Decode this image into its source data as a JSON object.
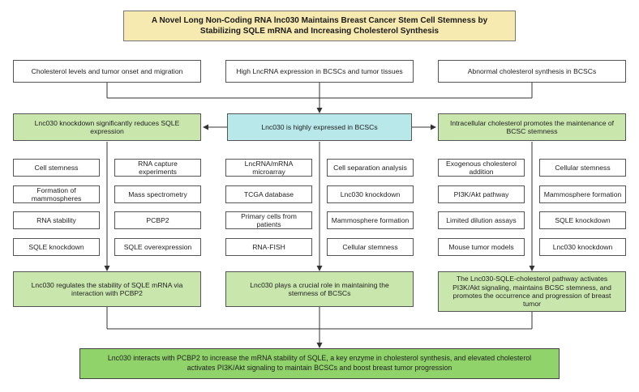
{
  "title": "A Novel Long Non-Coding RNA lnc030 Maintains Breast Cancer Stem Cell Stemness by Stabilizing SQLE mRNA and Increasing Cholesterol Synthesis",
  "top_boxes": [
    "Cholesterol levels and tumor onset and migration",
    "High LncRNA expression in BCSCs and tumor tissues",
    "Abnormal cholesterol synthesis in BCSCs"
  ],
  "center": "Lnc030 is highly expressed in BCSCs",
  "left_header": "Lnc030 knockdown significantly reduces SQLE expression",
  "right_header": "Intracellular cholesterol promotes the maintenance of BCSC stemness",
  "left_grid": [
    "Cell stemness",
    "RNA capture experiments",
    "Formation of mammospheres",
    "Mass spectrometry",
    "RNA stability",
    "PCBP2",
    "SQLE knockdown",
    "SQLE overexpression"
  ],
  "middle_grid": [
    "LncRNA/mRNA microarray",
    "Cell separation analysis",
    "TCGA database",
    "Lnc030 knockdown",
    "Primary cells from patients",
    "Mammosphere formation",
    "RNA-FISH",
    "Cellular stemness"
  ],
  "right_grid": [
    "Exogenous cholesterol addition",
    "Cellular stemness",
    "PI3K/Akt pathway",
    "Mammosphere formation",
    "Limited dilution assays",
    "SQLE knockdown",
    "Mouse tumor models",
    "Lnc030 knockdown"
  ],
  "conclusions": [
    "Lnc030 regulates the stability of SQLE mRNA via interaction with PCBP2",
    "Lnc030 plays a crucial role in maintaining the stemness of BCSCs",
    "The Lnc030-SQLE-cholesterol pathway activates PI3K/Akt signaling, maintains BCSC stemness, and promotes the occurrence and progression of breast tumor"
  ],
  "final": "Lnc030 interacts with PCBP2 to increase the mRNA stability of SQLE, a key enzyme in cholesterol synthesis, and elevated cholesterol activates PI3K/Akt signaling to maintain BCSCs and boost breast tumor progression"
}
